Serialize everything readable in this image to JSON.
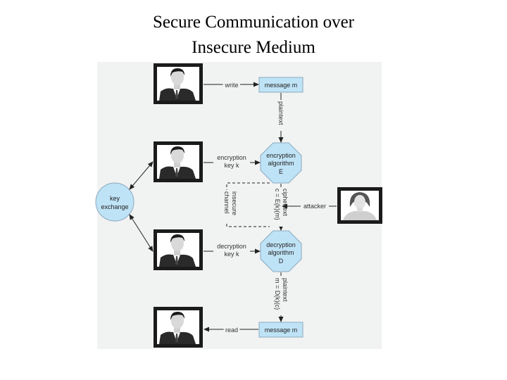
{
  "title": {
    "line1": "Secure Communication over",
    "line2": "Insecure Medium"
  },
  "nodes": {
    "message_top": "message m",
    "encryption": [
      "encryption",
      "algorithm",
      "E"
    ],
    "decryption": [
      "decryption",
      "algorithm",
      "D"
    ],
    "message_bottom": "message m",
    "key_exchange": [
      "key",
      "exchange"
    ]
  },
  "labels": {
    "write": "write",
    "encryption_key": [
      "encryption",
      "key k"
    ],
    "decryption_key": [
      "decryption",
      "key k"
    ],
    "read": "read",
    "attacker": "attacker",
    "plaintext_top": "plaintext",
    "ciphertext": [
      "ciphertext",
      "c = E(k)(m)"
    ],
    "insecure_channel": [
      "insecure",
      "channel"
    ],
    "plaintext_bottom": [
      "plaintext",
      "m = D(k)(c)"
    ]
  },
  "colors": {
    "node_fill": "#bfe3f6",
    "node_stroke": "#8aa9bf",
    "panel_bg": "#f1f2f2"
  },
  "icons": [
    "person-sender-icon",
    "person-attacker-icon",
    "person-receiver-icon"
  ]
}
